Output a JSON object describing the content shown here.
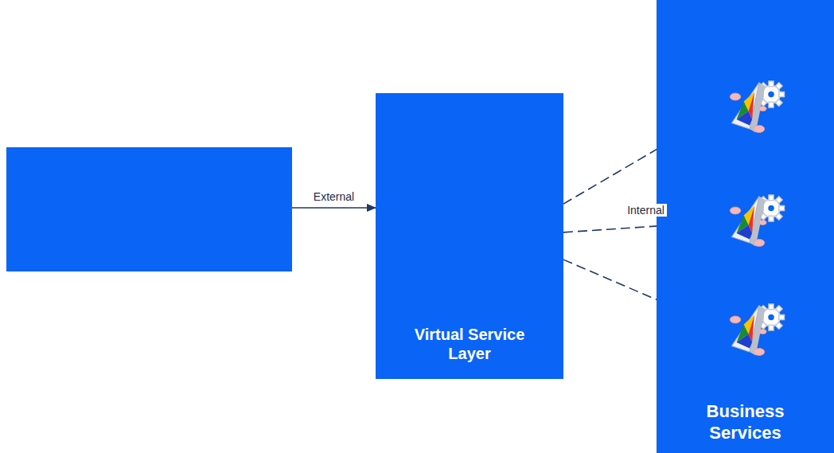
{
  "diagram": {
    "nodes": [
      {
        "text": []
      },
      {
        "text": [
          "Virtual Service Layer"
        ]
      },
      {
        "text": [
          "Business Services"
        ]
      },
      {
        "text": [],
        "in": 2
      },
      {
        "text": [],
        "in": 2
      },
      {
        "text": [],
        "in": 2
      }
    ],
    "edges": [
      {
        "from": 0,
        "to": 1,
        "label": "External",
        "arrow": "to"
      },
      {
        "from": 1,
        "to": 3,
        "arrow": "to"
      },
      {
        "from": 1,
        "to": 4,
        "label": "Internal",
        "arrow": "to"
      },
      {
        "from": 1,
        "to": 5,
        "arrow": "to"
      }
    ]
  }
}
